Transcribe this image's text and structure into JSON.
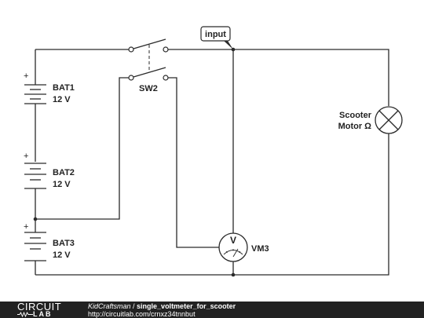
{
  "components": {
    "bat1": {
      "name": "BAT1",
      "value": "12 V",
      "polarity": "+"
    },
    "bat2": {
      "name": "BAT2",
      "value": "12 V",
      "polarity": "+"
    },
    "bat3": {
      "name": "BAT3",
      "value": "12 V",
      "polarity": "+"
    },
    "switch": {
      "name": "SW2"
    },
    "voltmeter": {
      "name": "VM3",
      "symbol": "V"
    },
    "motor": {
      "line1": "Scooter",
      "line2": "Motor Ω"
    },
    "probe": {
      "label": "input"
    }
  },
  "footer": {
    "logo_top": "CIRCUIT",
    "logo_bottom": "LAB",
    "author": "KidCraftsman",
    "separator": " / ",
    "title": "single_voltmeter_for_scooter",
    "url": "http://circuitlab.com/crnxz34tnnbut"
  },
  "colors": {
    "wire": "#2a2a2a",
    "footer_bg": "#222222"
  }
}
